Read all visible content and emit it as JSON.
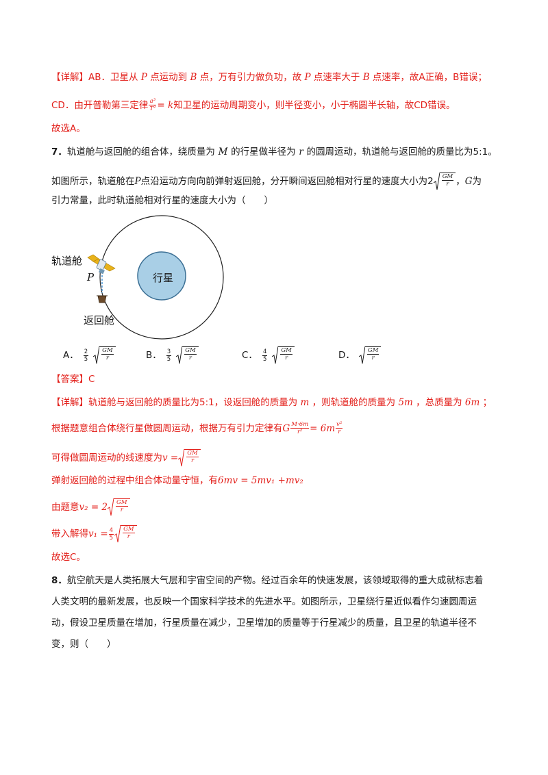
{
  "detail1": {
    "tag": "【详解】",
    "line1_a": "AB．卫星从",
    "line1_p": "P",
    "line1_b": "点运动到",
    "line1_b2": "B",
    "line1_c": "点，万有引力做负功，故",
    "line1_p2": "P",
    "line1_d": "点速率大于",
    "line1_b3": "B",
    "line1_e": "点速率，故A正确，B错误；",
    "line2_a": "CD．由开普勒第三定律",
    "line2_num": "a³",
    "line2_den": "T²",
    "line2_eq": "= k",
    "line2_b": "知卫星的运动周期变小，则半径变小，小于椭圆半长轴，故CD错误。",
    "line3": "故选A。"
  },
  "q7": {
    "number": "7．",
    "line1_a": "轨道舱与返回舱的组合体，绕质量为",
    "line1_m": "M",
    "line1_b": "的行星做半径为",
    "line1_r": "r",
    "line1_c": "的圆周运动，轨道舱与返回舱的质量比为5:1。",
    "line2_a": "如图所示，轨道舱在",
    "line2_p": "P",
    "line2_b": "点沿运动方向向前弹射返回舱，分开瞬间返回舱相对行星的速度大小为2",
    "line2_rad_num": "GM",
    "line2_rad_den": "r",
    "line2_c": "，",
    "line2_g": "G",
    "line2_d": "为",
    "line3": "引力常量，此时轨道舱相对行星的速度大小为（　　）"
  },
  "diagram": {
    "orbiter_label": "轨道舱",
    "p_label": "P",
    "planet_label": "行星",
    "capsule_label": "返回舱"
  },
  "options": [
    {
      "letter": "A．",
      "coef_num": "2",
      "coef_den": "5",
      "rad_num": "GM",
      "rad_den": "r"
    },
    {
      "letter": "B．",
      "coef_num": "3",
      "coef_den": "5",
      "rad_num": "GM",
      "rad_den": "r"
    },
    {
      "letter": "C．",
      "coef_num": "4",
      "coef_den": "5",
      "rad_num": "GM",
      "rad_den": "r"
    },
    {
      "letter": "D．",
      "coef_num": "",
      "coef_den": "",
      "rad_num": "GM",
      "rad_den": "r"
    }
  ],
  "answer": {
    "tag": "【答案】",
    "value": "C"
  },
  "detail2": {
    "tag": "【详解】",
    "l1_a": "轨道舱与返回舱的质量比为5:1，设返回舱的质量为",
    "l1_m": "m",
    "l1_b": "，则轨道舱的质量为",
    "l1_5m": "5m",
    "l1_c": "，总质量为",
    "l1_6m": "6m",
    "l1_d": "；",
    "l2_a": "根据题意组合体绕行星做圆周运动，根据万有引力定律有",
    "l2_g": "G",
    "l2_num": "M·6m",
    "l2_den": "r²",
    "l2_eq": "= 6m",
    "l2_num2": "v²",
    "l2_den2": "r",
    "l3_a": "可得做圆周运动的线速度为",
    "l3_v": "v =",
    "l3_rad_num": "GM",
    "l3_rad_den": "r",
    "l4_a": "弹射返回舱的过程中组合体动量守恒，有",
    "l4_eq": "6mv = 5mv₁ +mv₂",
    "l5_a": "由题意",
    "l5_v": "v₂ = 2",
    "l5_rad_num": "GM",
    "l5_rad_den": "r",
    "l6_a": "带入解得",
    "l6_v": "v₁ =",
    "l6_num": "4",
    "l6_den": "5",
    "l6_rad_num": "GM",
    "l6_rad_den": "r",
    "l7": "故选C。"
  },
  "q8": {
    "number": "8．",
    "line1": "航空航天是人类拓展大气层和宇宙空间的产物。经过百余年的快速发展，该领域取得的重大成就标志着",
    "line2": "人类文明的最新发展，也反映一个国家科学技术的先进水平。如图所示，卫星绕行星近似看作匀速圆周运",
    "line3": "动，假设卫星质量在增加，行星质量在减少，卫星增加的质量等于行星减少的质量，且卫星的轨道半径不",
    "line4": "变，则（　　）"
  },
  "colors": {
    "answer_red": "#e3201b",
    "planet_fill": "#a9cfe6",
    "planet_stroke": "#3b6f94"
  }
}
